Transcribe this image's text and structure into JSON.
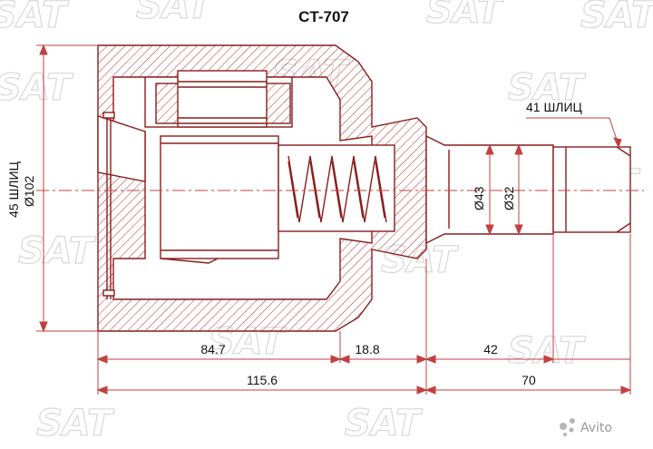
{
  "part_code": "CT-707",
  "labels": {
    "outer_splines": "45 ШЛИЦ",
    "outer_diameter": "Ø102",
    "shaft_splines": "41 ШЛИЦ",
    "shaft_diameter_large": "Ø43",
    "shaft_diameter_small": "Ø32"
  },
  "dimensions": {
    "housing_body": "84.7",
    "housing_neck": "18.8",
    "shaft_length": "42",
    "housing_total": "115.6",
    "shaft_total": "70"
  },
  "watermark": {
    "text": "SAT",
    "color": "#d8d8d8"
  },
  "brand": {
    "text": "Avito"
  },
  "colors": {
    "line": "#8a1c1c",
    "hatch": "#b03030",
    "dim_line": "#c04040",
    "text": "#111111"
  }
}
